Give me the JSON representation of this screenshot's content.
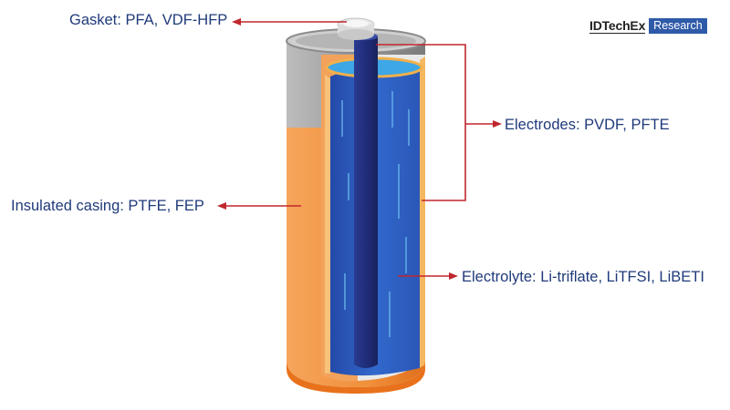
{
  "logo": {
    "brand": "IDTechEx",
    "tag": "Research"
  },
  "labels": {
    "gasket": "Gasket: PFA, VDF-HFP",
    "electrodes": "Electrodes: PVDF, PFTE",
    "casing": "Insulated casing: PTFE, FEP",
    "electrolyte": "Electrolyte: Li-triflate, LiTFSI, LiBETI"
  },
  "colors": {
    "label_text": "#1f3a7a",
    "arrow": "#c0262d",
    "casing_orange": "#f29a4a",
    "metal_grey": "#9a9a9a",
    "electrode_blue": "#2f5fc0",
    "rod_navy": "#1f2d7a",
    "logo_accent": "#2f5aa8"
  }
}
